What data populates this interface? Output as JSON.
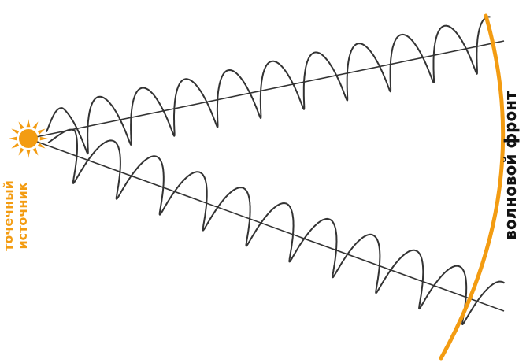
{
  "source": {
    "label_line1": "точечный",
    "label_line2": "источник",
    "color": "#f39c12",
    "icon": "sun-icon"
  },
  "wavefront": {
    "label": "волновой фронт",
    "color": "#f39c12"
  },
  "rays": [
    {
      "name": "upper-ray",
      "wave_cycles": 11
    },
    {
      "name": "lower-ray",
      "wave_cycles": 11
    }
  ],
  "colors": {
    "wave": "#333333",
    "axis": "#333333",
    "background": "#ffffff"
  }
}
